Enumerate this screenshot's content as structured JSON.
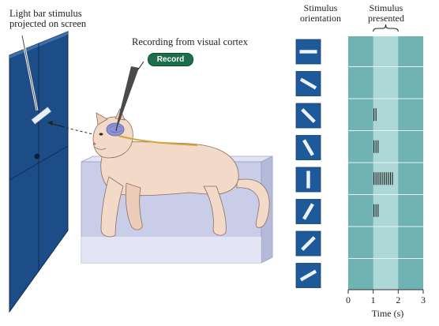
{
  "labels": {
    "stimulus_note_line1": "Light bar stimulus",
    "stimulus_note_line2": "projected on screen",
    "recording_note": "Recording from visual cortex",
    "record_button": "Record",
    "orientation_header_line1": "Stimulus",
    "orientation_header_line2": "orientation",
    "presented_header_line1": "Stimulus",
    "presented_header_line2": "presented"
  },
  "colors": {
    "screen_blue": "#1d4d87",
    "raster_teal": "#6fb3b3",
    "raster_highlight": "#b5dcdc",
    "icon_blue": "#1e5a9a",
    "cat_fur": "#f3d9c8",
    "platform": "#c9cde8"
  },
  "orientation_icons": [
    "horizontal-bar",
    "tilted-30-bar",
    "tilted-45-bar",
    "tilted-60-bar",
    "vertical-bar",
    "tilted-minus-60-bar",
    "tilted-minus-45-bar",
    "tilted-minus-30-bar"
  ],
  "raster": {
    "x_axis": {
      "label": "Time (s)",
      "ticks": [
        "0",
        "1",
        "2",
        "3"
      ],
      "range": [
        0,
        3
      ]
    },
    "stimulus_window": [
      1,
      2
    ],
    "spike_counts_per_row": [
      0,
      0,
      2,
      3,
      10,
      3,
      0,
      0
    ]
  }
}
